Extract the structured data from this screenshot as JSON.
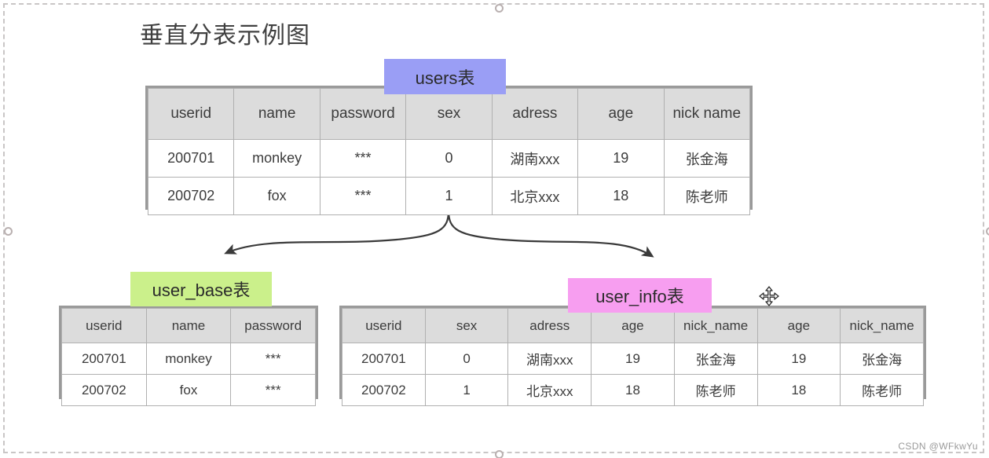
{
  "page": {
    "title": "垂直分表示例图",
    "watermark": "CSDN @WFkwYu"
  },
  "labels": {
    "users": "users表",
    "user_base": "user_base表",
    "user_info": "user_info表",
    "users_color": "#9a9ef5",
    "user_base_color": "#cbf08b",
    "user_info_color": "#f79ef0"
  },
  "cursor": {
    "name": "move-cursor"
  },
  "tables": {
    "users": {
      "headers": [
        "userid",
        "name",
        "password",
        "sex",
        "adress",
        "age",
        "nick name"
      ],
      "rows": [
        [
          "200701",
          "monkey",
          "***",
          "0",
          "湖南xxx",
          "19",
          "张金海"
        ],
        [
          "200702",
          "fox",
          "***",
          "1",
          "北京xxx",
          "18",
          "陈老师"
        ]
      ]
    },
    "user_base": {
      "headers": [
        "userid",
        "name",
        "password"
      ],
      "rows": [
        [
          "200701",
          "monkey",
          "***"
        ],
        [
          "200702",
          "fox",
          "***"
        ]
      ]
    },
    "user_info": {
      "headers": [
        "userid",
        "sex",
        "adress",
        "age",
        "nick_name",
        "age",
        "nick_name"
      ],
      "rows": [
        [
          "200701",
          "0",
          "湖南xxx",
          "19",
          "张金海",
          "19",
          "张金海"
        ],
        [
          "200702",
          "1",
          "北京xxx",
          "18",
          "陈老师",
          "18",
          "陈老师"
        ]
      ]
    }
  },
  "arrows": [
    {
      "name": "arrow-to-user-base"
    },
    {
      "name": "arrow-to-user-info"
    }
  ]
}
